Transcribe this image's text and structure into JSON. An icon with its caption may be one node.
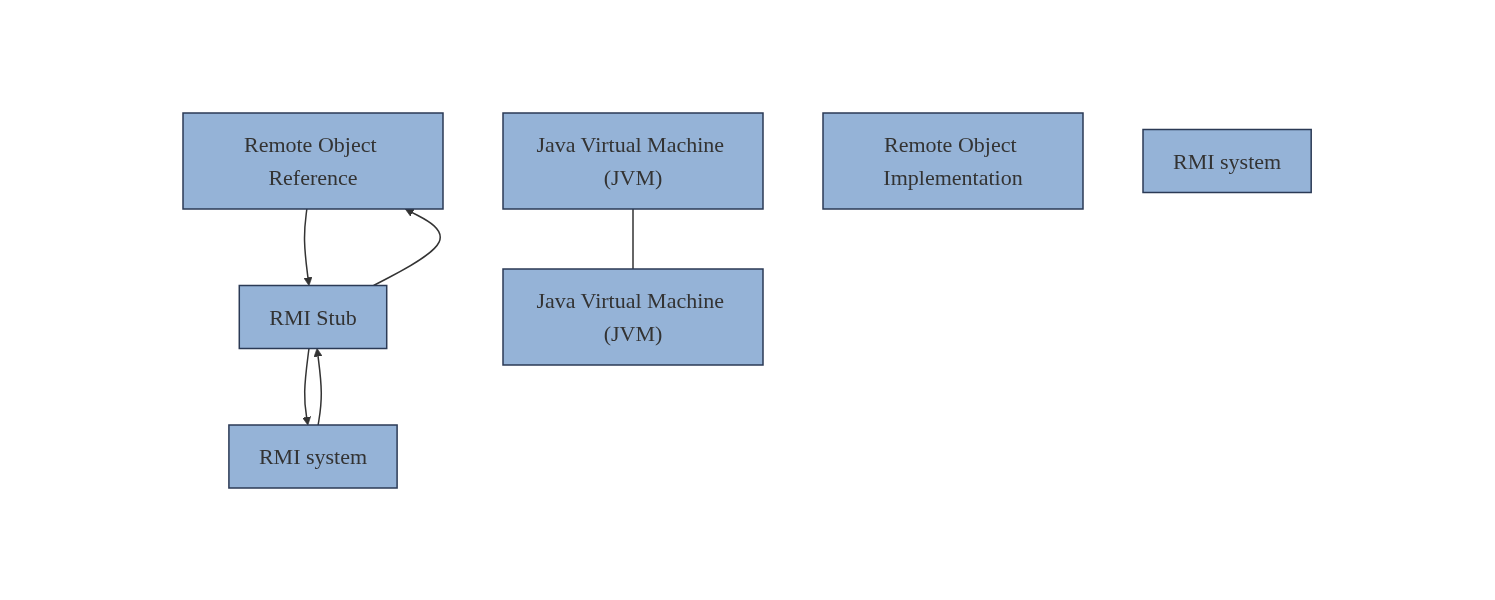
{
  "diagram": {
    "nodes": [
      {
        "text": [
          "Remote Object Reference"
        ]
      },
      {
        "text": [
          "RMI Stub"
        ]
      },
      {
        "text": [
          "RMI system"
        ]
      },
      {
        "text": [
          "Java Virtual Machine (JVM)"
        ]
      },
      {
        "text": [
          "Remote Object Implementation"
        ]
      },
      {
        "text": [
          "RMI system"
        ]
      },
      {
        "text": [
          "Java Virtual Machine (JVM)"
        ]
      }
    ],
    "edges": [
      {
        "from": 0,
        "to": 1,
        "arrow": "to"
      },
      {
        "from": 1,
        "to": 0,
        "arrow": "to"
      },
      {
        "from": 1,
        "to": 2,
        "arrow": "to"
      },
      {
        "from": 2,
        "to": 1,
        "arrow": "to"
      },
      {
        "from": 3,
        "to": 6,
        "arrow": "none"
      }
    ]
  }
}
